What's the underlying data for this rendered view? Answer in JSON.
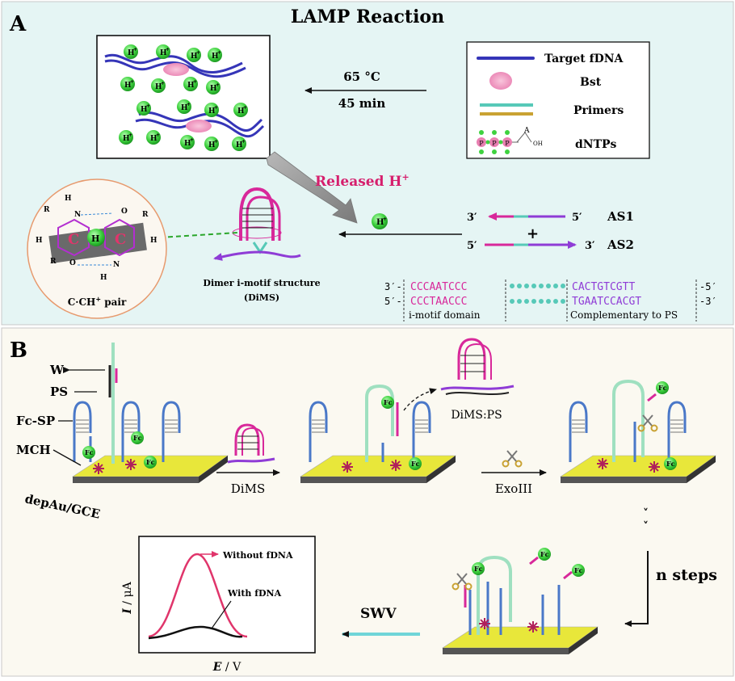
{
  "panelA": {
    "letter": "A",
    "title": "LAMP Reaction",
    "h_ion": "H",
    "h_sup": "+",
    "arrow1_label_temp": "65 °C",
    "arrow1_label_time": "45 min",
    "released_label": "Released H",
    "released_sup": "+",
    "legend": {
      "target": "Target fDNA",
      "bst": "Bst",
      "primers": "Primers",
      "dntps": "dNTPs",
      "dntp_p": "P",
      "dntp_a": "A",
      "dntp_oh": "OH"
    },
    "as1": {
      "left": "3′",
      "right": "5′",
      "name": "AS1"
    },
    "plus": "+",
    "as2": {
      "left": "5′",
      "right": "3′",
      "name": "AS2"
    },
    "dims_label_1": "Dimer i-motif structure",
    "dims_label_2": "(DiMS)",
    "pair_label": "C·CH",
    "pair_sup": "+",
    "pair_suffix": " pair",
    "inset": {
      "c_letter": "C",
      "h_letter": "H",
      "hplus": "H+",
      "n": "N",
      "o": "O",
      "r": "R"
    },
    "sequence": {
      "row1_prefix": "3′-",
      "row1_imotif": "CCCAATCCC",
      "row1_comp": "CACTGTCGTT",
      "row1_suffix": "-5′",
      "row2_prefix": "5′-",
      "row2_imotif": "CCCTAACCC",
      "row2_comp": "TGAATCCACGT",
      "row2_suffix": "-3′",
      "label_imotif": "i-motif domain",
      "label_comp": "Complementary to PS"
    }
  },
  "panelB": {
    "letter": "B",
    "labels": {
      "w": "W",
      "ps": "PS",
      "fcsp": "Fc-SP",
      "mch": "MCH",
      "electrode": "depAu/GCE",
      "fc": "Fc"
    },
    "step_dims": "DiMS",
    "dims_ps": "DiMS:PS",
    "step_exo": "ExoIII",
    "n_steps": "n steps",
    "swv": "SWV",
    "graph": {
      "ylabel_i": "I",
      "ylabel_unit": " / μA",
      "xlabel_e": "E",
      "xlabel_unit": " / V",
      "without": "Without fDNA",
      "with": "With fDNA"
    }
  },
  "colors": {
    "panelA_bg": "#e5f5f4",
    "panelB_bg": "#fbf9f1",
    "h_ion": "#3fd23f",
    "target": "#3535b8",
    "bst": "#f4a6c8",
    "primer_teal": "#57c9b8",
    "primer_gold": "#c9a233",
    "magenta": "#d8289a",
    "purple": "#9a3fd6",
    "released": "#d61f6d",
    "electrode": "#e8e73a",
    "probe_blue": "#4a78c8",
    "probe_green": "#9fe0c0",
    "swv_arrow": "#6fd5d8",
    "curve_red": "#e0356b"
  }
}
